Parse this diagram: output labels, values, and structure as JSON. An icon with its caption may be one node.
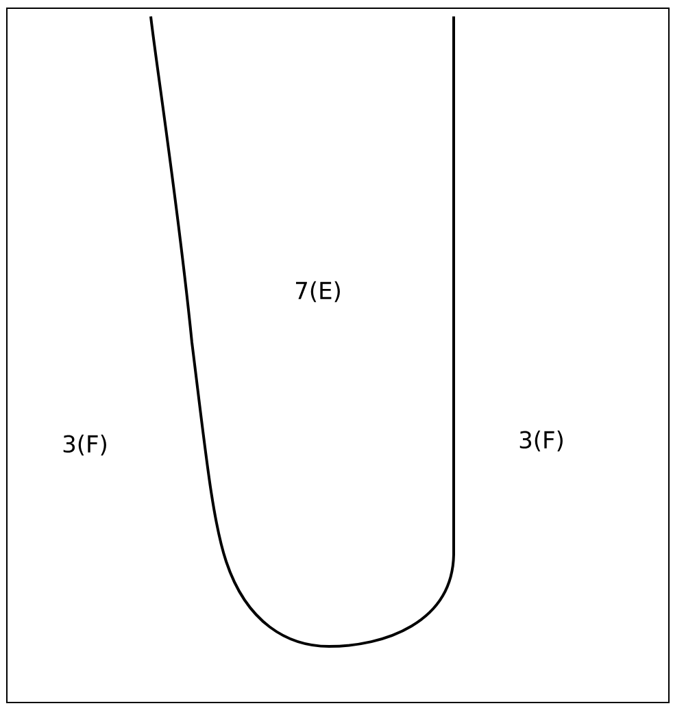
{
  "diagram": {
    "nodes": [
      {
        "text": [
          "7(E)"
        ]
      }
    ],
    "labels": [
      "3(F)",
      "3(F)"
    ]
  }
}
